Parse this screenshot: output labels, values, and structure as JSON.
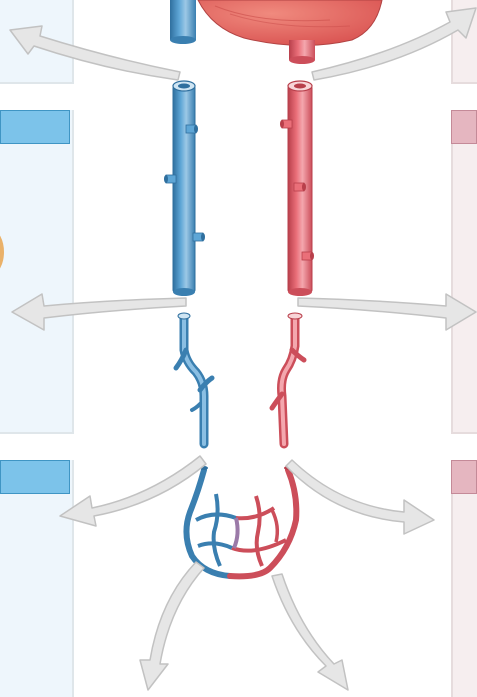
{
  "colors": {
    "vein": "#4f97c9",
    "vein_dark": "#2f6f9e",
    "vein_light": "#9cc8e6",
    "artery": "#e8646f",
    "artery_dark": "#b83f4b",
    "artery_light": "#f4a7ae",
    "panel_blue": "#eef6fc",
    "panel_pink": "#f6eeef",
    "header_blue": "#7cc3ea",
    "header_pink": "#e5b6c0",
    "arrow_fill": "#e6e6e6",
    "arrow_stroke": "#c2c2c2",
    "heart": "#e9625f"
  },
  "diagram": {
    "left_column": {
      "label": "veins-side",
      "headers": [
        {
          "text": ""
        },
        {
          "text": ""
        }
      ]
    },
    "right_column": {
      "label": "arteries-side",
      "headers": [
        {
          "text": ""
        },
        {
          "text": ""
        }
      ]
    },
    "vessel_rows": [
      {
        "row": "great-vessels"
      },
      {
        "row": "large-vessels"
      },
      {
        "row": "small-vessels"
      },
      {
        "row": "capillary-bed"
      }
    ]
  }
}
